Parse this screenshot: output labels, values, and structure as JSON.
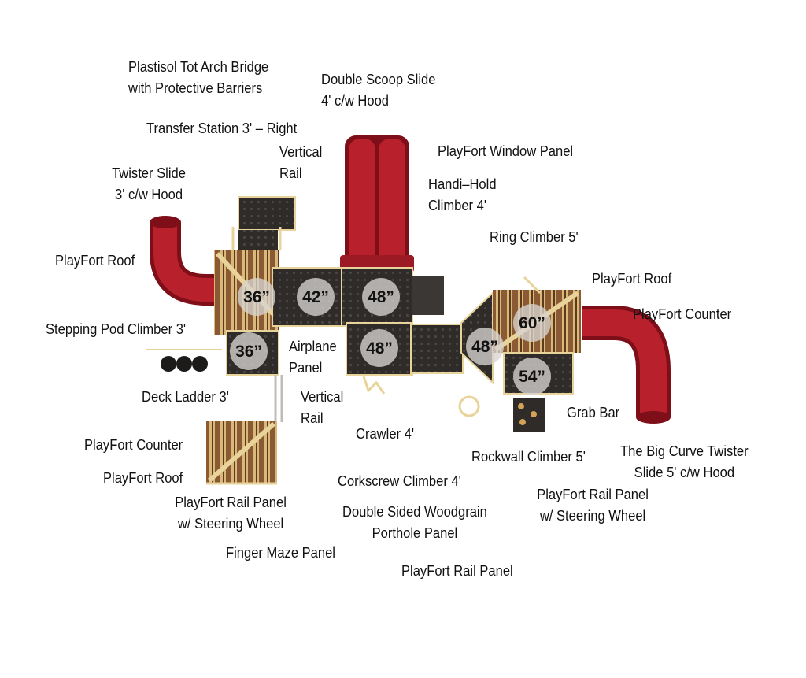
{
  "colors": {
    "slide_red": "#b8202c",
    "slide_dark": "#7e0f18",
    "deck_dark": "#2f2b29",
    "deck_grid": "#4a4542",
    "roof_brown": "#8a5a34",
    "roof_tan": "#d9b87a",
    "frame_yellow": "#e8d49a",
    "size_circle": "#d7d3d0"
  },
  "deck_sizes": [
    "36”",
    "42”",
    "48”",
    "36”",
    "48”",
    "48”",
    "60”",
    "54”"
  ],
  "labels": [
    "Plastisol Tot Arch Bridge\nwith Protective Barriers",
    "Double Scoop Slide\n4' c/w Hood",
    "Transfer Station 3' – Right",
    "Vertical\nRail",
    "PlayFort Window Panel",
    "Twister Slide\n3' c/w Hood",
    "Handi–Hold\nClimber 4'",
    "Ring Climber 5'",
    "PlayFort Roof",
    "PlayFort Roof",
    "PlayFort Counter",
    "Stepping Pod Climber 3'",
    "Airplane\nPanel",
    "Deck Ladder 3'",
    "Vertical\nRail",
    "Grab Bar",
    "Crawler 4'",
    "PlayFort Counter",
    "Rockwall Climber 5'",
    "The Big Curve Twister\nSlide 5' c/w Hood",
    "PlayFort Roof",
    "Corkscrew Climber 4'",
    "PlayFort Rail Panel\nw/ Steering Wheel",
    "PlayFort Rail Panel\nw/ Steering Wheel",
    "Double Sided Woodgrain\nPorthole Panel",
    "Finger Maze Panel",
    "PlayFort Rail Panel"
  ]
}
